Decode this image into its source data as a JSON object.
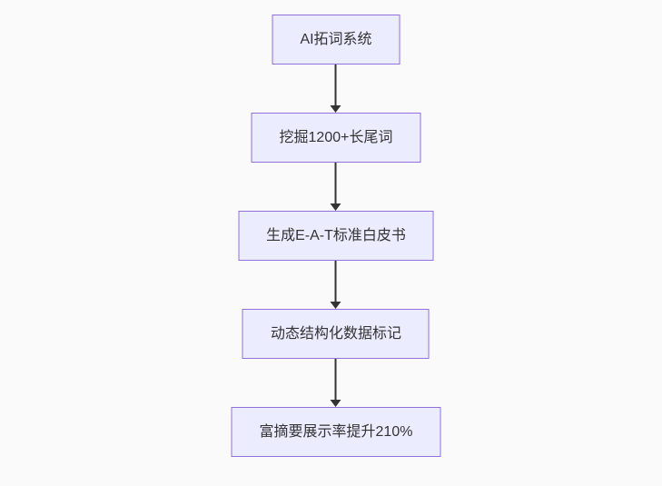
{
  "diagram": {
    "type": "flowchart",
    "direction": "top-down",
    "background_color": "#fafafa",
    "node_fill_color": "#ECECFF",
    "node_border_color": "#9370DB",
    "text_color": "#333333",
    "edge_color": "#333333",
    "nodes": [
      {
        "label": "AI拓词系统"
      },
      {
        "label": "挖掘1200+长尾词"
      },
      {
        "label": "生成E-A-T标准白皮书"
      },
      {
        "label": "动态结构化数据标记"
      },
      {
        "label": "富摘要展示率提升210%"
      }
    ],
    "edges": [
      {
        "from": 0,
        "to": 1
      },
      {
        "from": 1,
        "to": 2
      },
      {
        "from": 2,
        "to": 3
      },
      {
        "from": 3,
        "to": 4
      }
    ]
  }
}
